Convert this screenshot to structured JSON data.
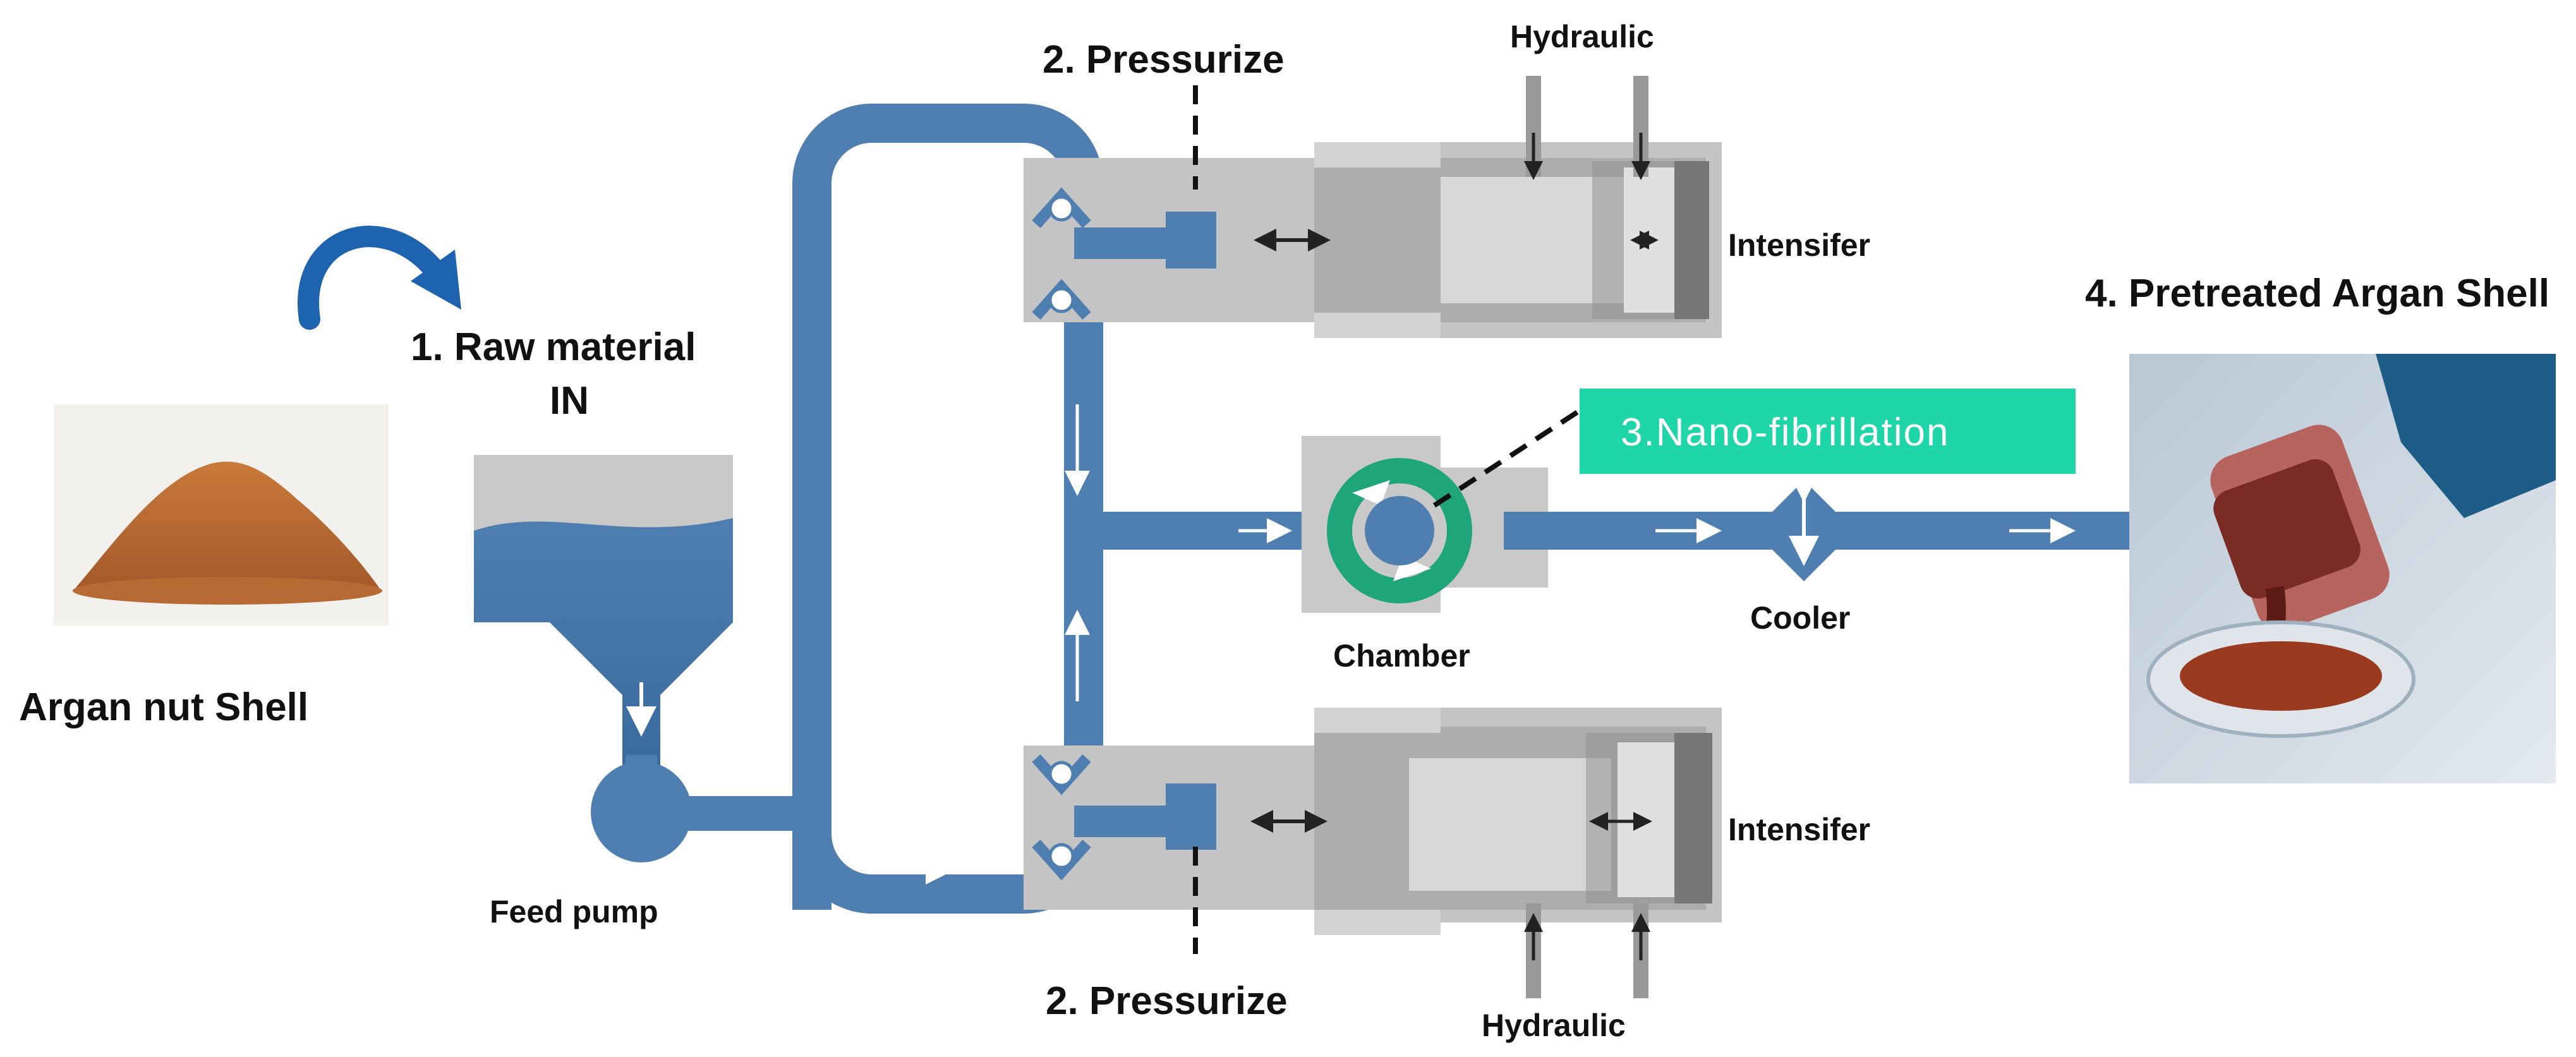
{
  "colors": {
    "pipe": "#4f7eb0",
    "pipe_dark": "#3a6a9e",
    "housing": "#c4c4c4",
    "housing_dark": "#8f8f8f",
    "nano_box": "#1fd6a8",
    "chamber_ring": "#1fa57a"
  },
  "labels": {
    "raw_material": "1. Raw material",
    "raw_material_in": "IN",
    "pressurize_top": "2. Pressurize",
    "pressurize_bottom": "2. Pressurize",
    "hydraulic_top": "Hydraulic",
    "hydraulic_bottom": "Hydraulic",
    "intensifier_top": "Intensifer",
    "intensifier_bottom": "Intensifer",
    "nano_fibrillation": "3.Nano-fibrillation",
    "chamber": "Chamber",
    "cooler": "Cooler",
    "pretreated": "4. Pretreated Argan Shell",
    "argan_nut_shell": "Argan nut Shell",
    "feed_pump": "Feed pump"
  },
  "icons": [
    "curved-arrow-icon",
    "double-arrow-icon",
    "flow-arrow-icon",
    "check-valve-icon"
  ]
}
